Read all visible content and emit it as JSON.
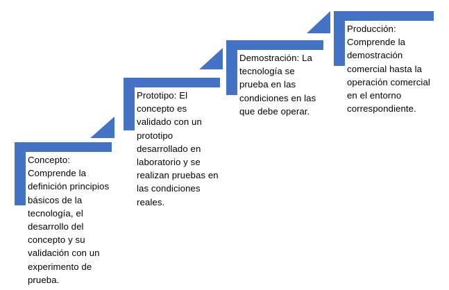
{
  "diagram": {
    "type": "staircase-process",
    "background_color": "#ffffff",
    "accent_color": "#4472C4",
    "text_color": "#000000",
    "steps": [
      {
        "id": "concepto",
        "name": "Concepto",
        "text": "Concepto: Comprende la definición principios básicos de la tecnología, el desarrollo del concepto y su validación con un experimento de prueba.",
        "order": 1
      },
      {
        "id": "prototipo",
        "name": "Prototipo",
        "text": "Prototipo: El concepto es validado con un prototipo desarrollado en laboratorio y se realizan pruebas en las condiciones reales.",
        "order": 2
      },
      {
        "id": "demostracion",
        "name": "Demostración",
        "text": "Demostración: La tecnología se prueba en las condiciones en las que debe operar.",
        "order": 3
      },
      {
        "id": "produccion",
        "name": "Producción",
        "text": "Producción: Comprende la demostración comercial hasta la operación comercial en el entorno correspondiente.",
        "order": 4
      }
    ],
    "connectors": [
      {
        "id": "riser-concepto-prototipo",
        "from": "concepto",
        "to": "prototipo"
      },
      {
        "id": "riser-prototipo-demostracion",
        "from": "prototipo",
        "to": "demostracion"
      },
      {
        "id": "riser-demostracion-produccion",
        "from": "demostracion",
        "to": "produccion"
      }
    ]
  }
}
